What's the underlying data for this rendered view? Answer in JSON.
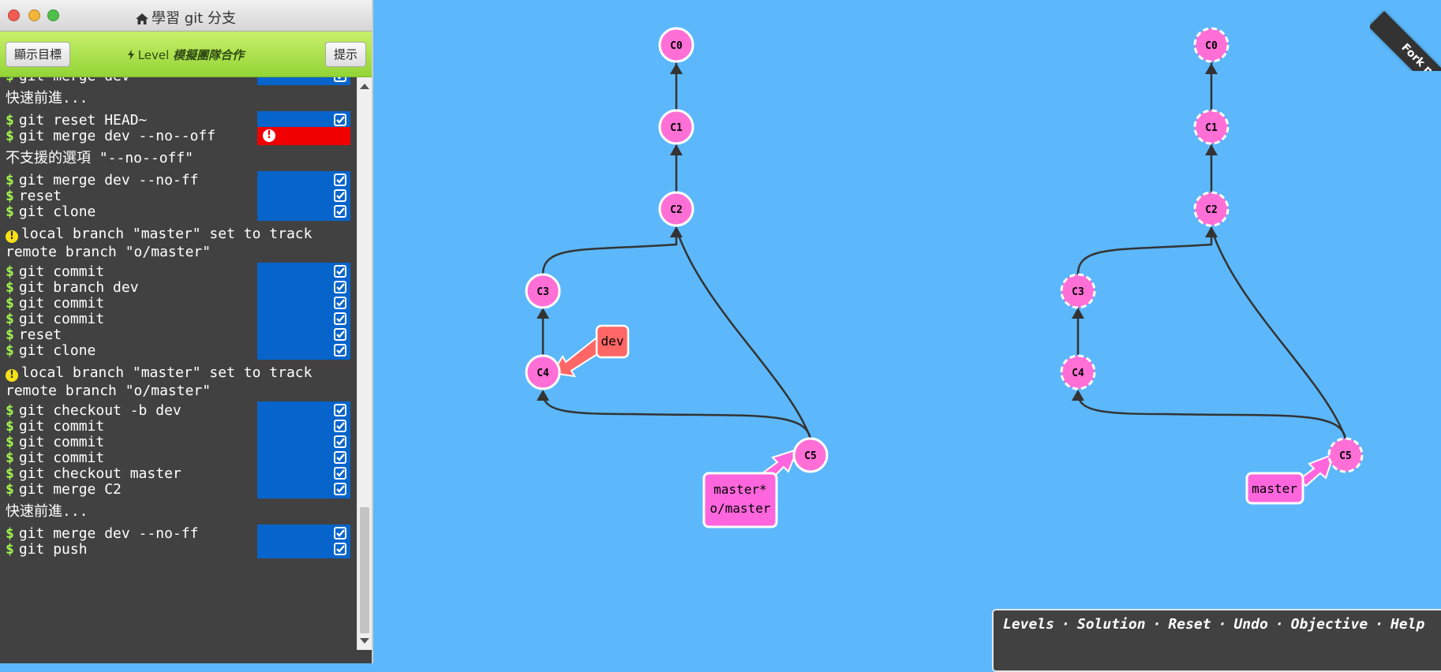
{
  "window": {
    "title": "學習 git 分支"
  },
  "toolbar": {
    "show_goal_label": "顯示目標",
    "level_prefix": "Level",
    "level_name": "模擬團隊合作",
    "hint_label": "提示"
  },
  "terminal": {
    "prompt": "$",
    "lines": [
      {
        "cmd": "git merge dev",
        "status": "ok"
      },
      {
        "out": "快速前進..."
      },
      {
        "cmd": "git reset HEAD~",
        "status": "ok"
      },
      {
        "cmd": "git merge dev --no--off",
        "status": "error"
      },
      {
        "out": "不支援的選項 \"--no--off\""
      },
      {
        "cmd": "git merge dev --no-ff",
        "status": "ok"
      },
      {
        "cmd": "reset",
        "status": "ok"
      },
      {
        "cmd": "git clone",
        "status": "ok"
      },
      {
        "warn": "local branch \"master\" set to track\nremote branch \"o/master\""
      },
      {
        "cmd": "git commit",
        "status": "ok"
      },
      {
        "cmd": "git branch dev",
        "status": "ok"
      },
      {
        "cmd": "git commit",
        "status": "ok"
      },
      {
        "cmd": "git commit",
        "status": "ok"
      },
      {
        "cmd": "reset",
        "status": "ok"
      },
      {
        "cmd": "git clone",
        "status": "ok"
      },
      {
        "warn": "local branch \"master\" set to track\nremote branch \"o/master\""
      },
      {
        "cmd": "git checkout -b dev",
        "status": "ok"
      },
      {
        "cmd": "git commit",
        "status": "ok"
      },
      {
        "cmd": "git commit",
        "status": "ok"
      },
      {
        "cmd": "git commit",
        "status": "ok"
      },
      {
        "cmd": "git checkout master",
        "status": "ok"
      },
      {
        "cmd": "git merge C2",
        "status": "ok"
      },
      {
        "out": "快速前進..."
      },
      {
        "cmd": "git merge dev --no-ff",
        "status": "ok"
      },
      {
        "cmd": "git push",
        "status": "ok"
      }
    ]
  },
  "graphs": {
    "local": {
      "commits": [
        "C0",
        "C1",
        "C2",
        "C3",
        "C4",
        "C5"
      ],
      "branches": {
        "dev": "dev",
        "master": "master*",
        "remote": "o/master"
      }
    },
    "remote": {
      "commits": [
        "C0",
        "C1",
        "C2",
        "C3",
        "C4",
        "C5"
      ],
      "branches": {
        "master": "master"
      }
    }
  },
  "menu": {
    "items": [
      "Levels",
      "Solution",
      "Reset",
      "Undo",
      "Objective",
      "Help"
    ],
    "separator": "·"
  },
  "ribbon": {
    "label": "Fork me"
  },
  "colors": {
    "background": "#5cb8fa",
    "commit": "#ff6fd6",
    "dev_branch": "#ff6666",
    "master_branch": "#ff66dd",
    "ok_status": "#0664cb",
    "error_status": "#f00000",
    "prompt": "#a1f24e"
  }
}
